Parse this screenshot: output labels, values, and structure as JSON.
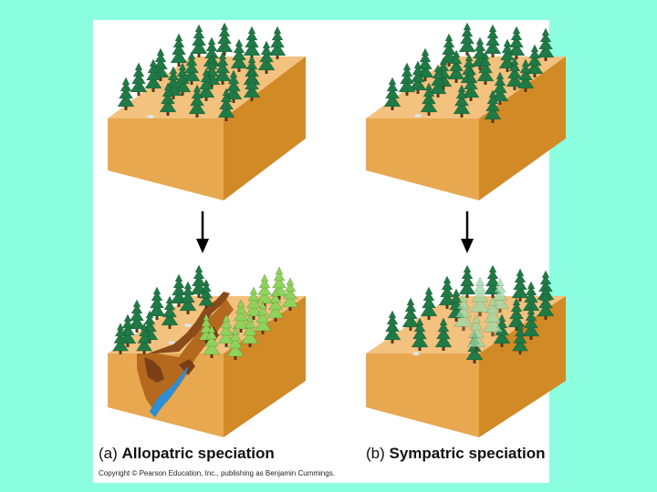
{
  "captions": {
    "a": {
      "letter": "(a)",
      "title": "Allopatric speciation"
    },
    "b": {
      "letter": "(b)",
      "title": "Sympatric speciation"
    }
  },
  "copyright": "Copyright © Pearson Education, Inc., publishing as Benjamin Cummings.",
  "colors": {
    "background": "#8cffe1",
    "panel": "#ffffff",
    "soil_top": "#f2c27e",
    "soil_front": "#e8a850",
    "soil_side": "#d18a26",
    "tree_dark": "#1f7a45",
    "tree_light": "#8fd35a",
    "tree_ghost": "#9bd9a8",
    "water": "#2d8fd6",
    "arrow": "#000000"
  },
  "icons": {
    "arrow": "down-arrow-icon",
    "tree": "conifer-tree-icon",
    "river": "river-icon",
    "rock": "pebble-icon"
  }
}
